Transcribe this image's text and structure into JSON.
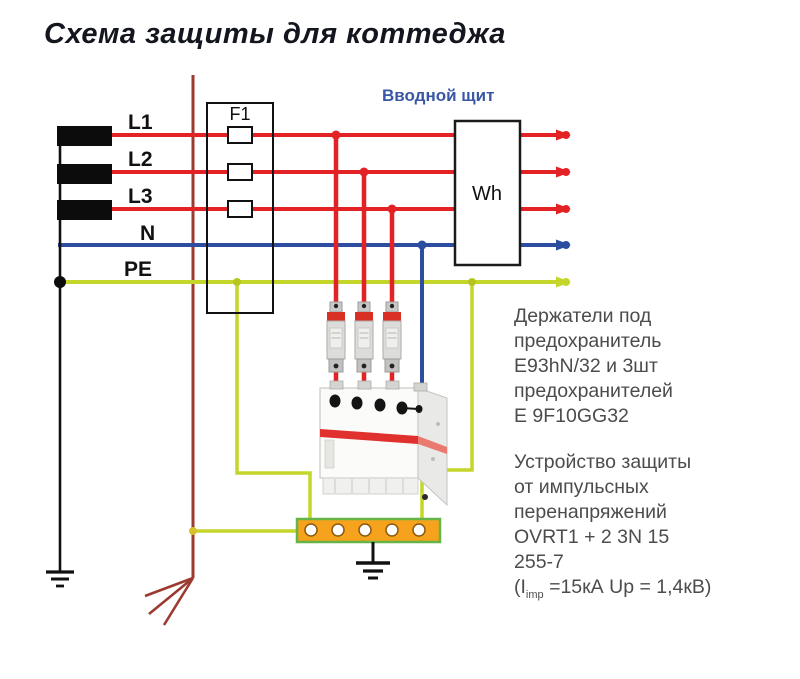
{
  "title": "Схема защиты для коттеджа",
  "labels": {
    "panel": "Вводной щит",
    "meter": "Wh",
    "fuse_block": "F1"
  },
  "conductors": [
    {
      "label": "L1"
    },
    {
      "label": "L2"
    },
    {
      "label": "L3"
    },
    {
      "label": "N"
    },
    {
      "label": "PE"
    }
  ],
  "annotations": {
    "fuse_holders": {
      "lines": [
        "Держатели под",
        "предохранитель",
        "E93hN/32 и 3шт",
        "предохранителей",
        "E 9F10GG32"
      ]
    },
    "spd": {
      "lines": [
        "Устройство защиты",
        "от импульсных",
        "перенапряжений",
        "OVRT1 + 2 3N 15",
        "255-7"
      ],
      "formula": {
        "pre": "(I",
        "sub": "imp",
        "post": " =15кА Up = 1,4кВ)"
      }
    }
  },
  "colors": {
    "phase_red": "#e32226",
    "neutral_blue": "#2c4da0",
    "pe_yellow_green": "#c3d629",
    "supply_dark_red": "#9c3a32",
    "busbar_orange": "#f6a21d",
    "busbar_border_green": "#66b445",
    "panel_label_blue": "#3a57a5",
    "device_stripe_red": "#e0312e",
    "text_gray": "#4c4c4c"
  }
}
